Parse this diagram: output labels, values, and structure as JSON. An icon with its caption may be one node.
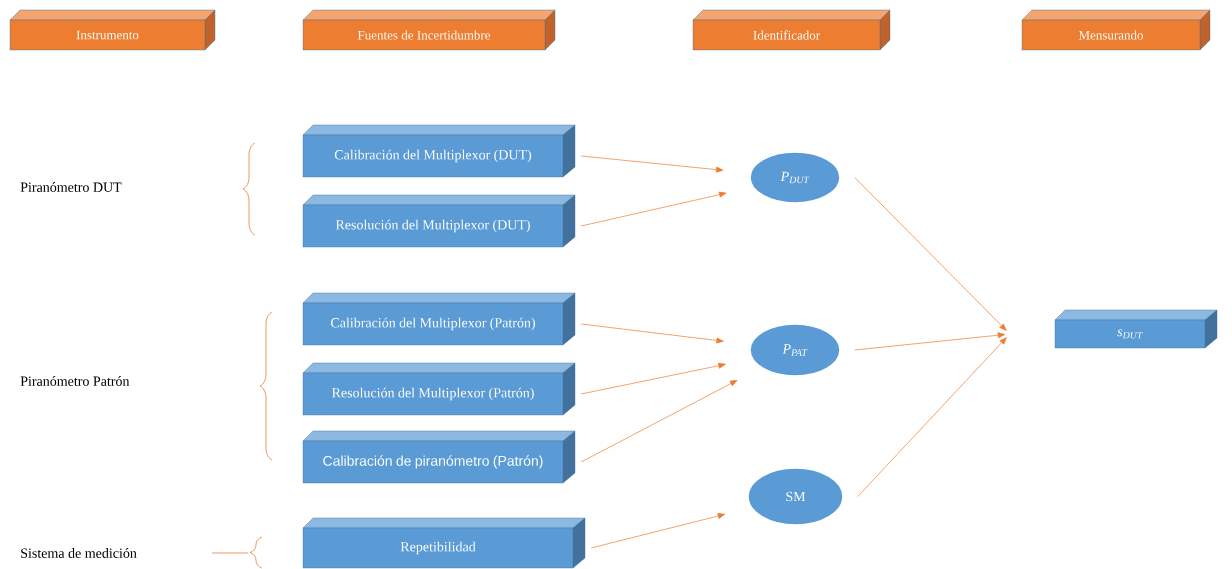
{
  "diagram": {
    "nodes": [
      {
        "text": [
          "Instrumento"
        ]
      },
      {
        "text": [
          "Fuentes de Incertidumbre"
        ]
      },
      {
        "text": [
          "Identificador"
        ]
      },
      {
        "text": [
          "Mensurando"
        ]
      },
      {
        "text": [
          "Calibración del Multiplexor (DUT)"
        ]
      },
      {
        "text": [
          "Resolución del Multiplexor (DUT)"
        ]
      },
      {
        "text": [
          "Calibración del Multiplexor (Patrón)"
        ]
      },
      {
        "text": [
          "Resolución del Multiplexor (Patrón)"
        ]
      },
      {
        "text": [
          "Calibración de piranómetro (Patrón)"
        ]
      },
      {
        "text": [
          "Repetibilidad"
        ]
      },
      {
        "text": [
          "P$_{DUT}$"
        ]
      },
      {
        "text": [
          "P$_{PAT}$"
        ]
      },
      {
        "text": [
          "SM"
        ]
      },
      {
        "text": [
          "s$_{DUT}$"
        ]
      }
    ],
    "edges": [
      {
        "from": 4,
        "to": 10,
        "arrow": "to"
      },
      {
        "from": 5,
        "to": 10,
        "arrow": "to"
      },
      {
        "from": 6,
        "to": 11,
        "arrow": "to"
      },
      {
        "from": 7,
        "to": 11,
        "arrow": "to"
      },
      {
        "from": 8,
        "to": 11,
        "arrow": "to"
      },
      {
        "from": 9,
        "to": 12,
        "arrow": "to"
      },
      {
        "from": 10,
        "to": 13,
        "arrow": "to"
      },
      {
        "from": 11,
        "to": 13,
        "arrow": "to"
      },
      {
        "from": 12,
        "to": 13,
        "arrow": "to"
      }
    ],
    "labels": [
      "Piranómetro DUT",
      "Piranómetro Patrón",
      "Sistema de medición"
    ]
  }
}
